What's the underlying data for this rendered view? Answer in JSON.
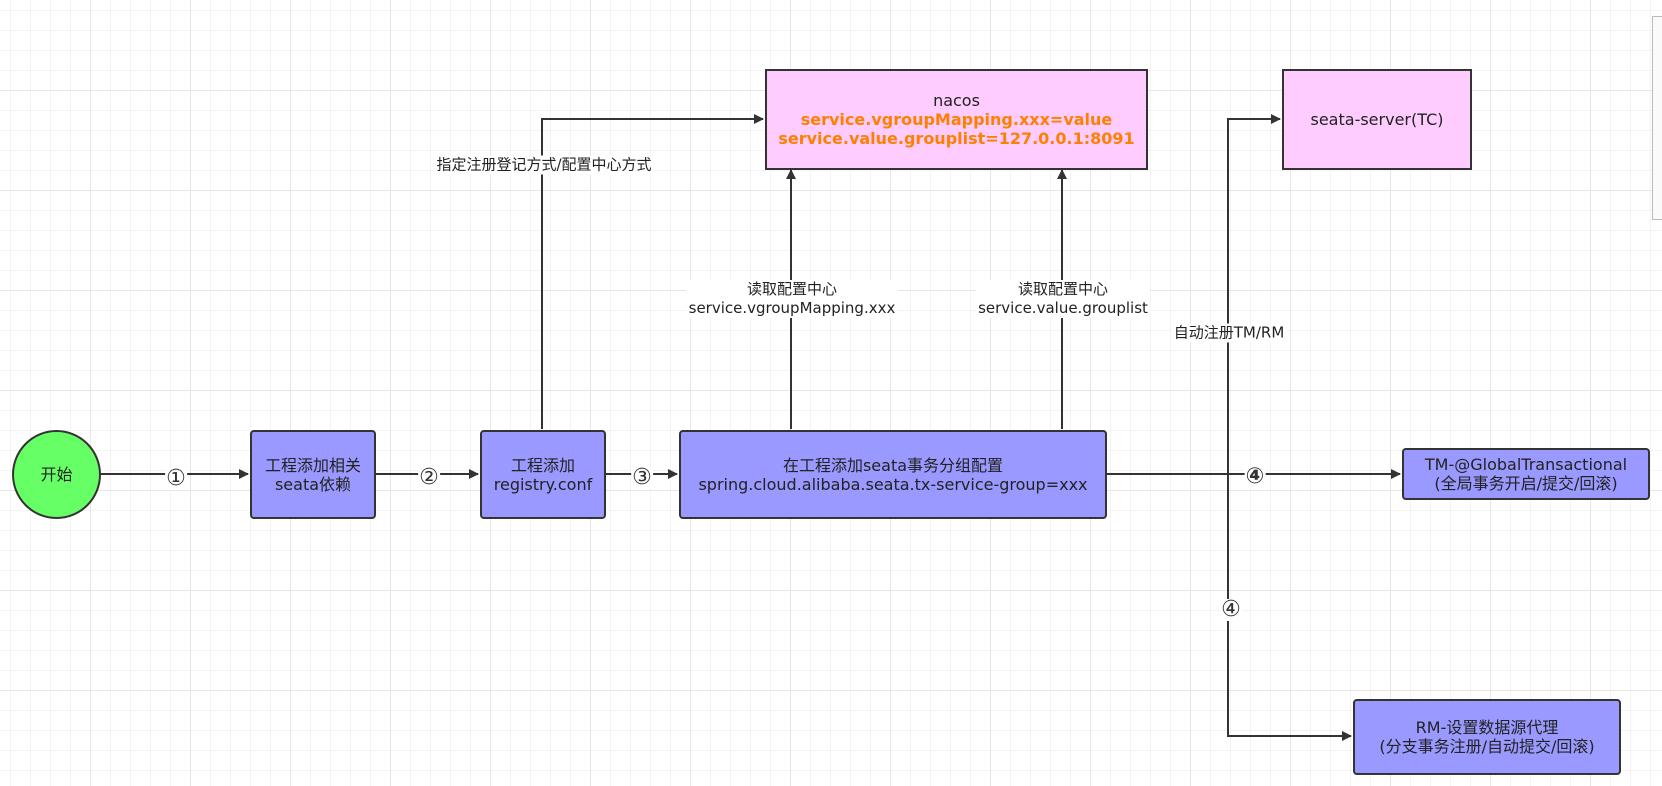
{
  "nodes": {
    "start": "开始",
    "add_deps": [
      "工程添加相关",
      "seata依赖"
    ],
    "add_registry": [
      "工程添加",
      "registry.conf"
    ],
    "add_group": [
      "在工程添加seata事务分组配置",
      "spring.cloud.alibaba.seata.tx-service-group=xxx"
    ],
    "nacos": {
      "title": "nacos",
      "line1": "service.vgroupMapping.xxx=value",
      "line2": "service.value.grouplist=127.0.0.1:8091"
    },
    "seata_server": "seata-server(TC)",
    "tm": [
      "TM-@GlobalTransactional",
      "(全局事务开启/提交/回滚)"
    ],
    "rm": [
      "RM-设置数据源代理",
      "(分支事务注册/自动提交/回滚)"
    ]
  },
  "edge_labels": {
    "specify": "指定注册登记方式/配置中心方式",
    "read1": [
      "读取配置中心",
      "service.vgroupMapping.xxx"
    ],
    "read2": [
      "读取配置中心",
      "service.value.grouplist"
    ],
    "auto_register": "自动注册TM/RM"
  },
  "steps": {
    "s1": "①",
    "s2": "②",
    "s3": "③",
    "s4a": "④",
    "s4b": "④"
  },
  "colors": {
    "start_fill": "#66ff66",
    "step_fill": "#9999ff",
    "config_fill": "#ffccff",
    "highlight_text": "#ff8000",
    "edge": "#333333"
  }
}
